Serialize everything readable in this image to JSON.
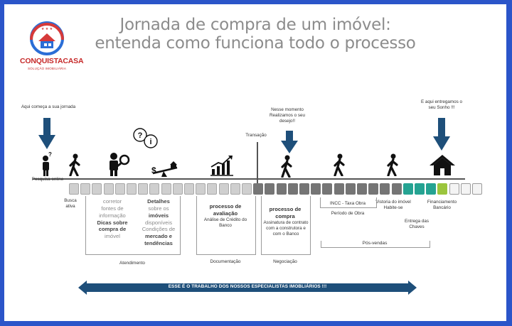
{
  "title": {
    "line1": "Jornada de compra de um imóvel:",
    "line2": "entenda como funciona todo o processo"
  },
  "logo": {
    "name": "CONQUISTACASA",
    "subtitle": "SOLUÇÃO IMOBILIÁRIA"
  },
  "colors": {
    "accent": "#1e4f7a",
    "frame": "#2b55c9",
    "square_light": "#cfcfcf",
    "square_dark": "#757575",
    "square_teal": "#25a392",
    "square_lime": "#9bc53d",
    "square_white": "#f4f4f4"
  },
  "annotations": {
    "start": "Aqui começa a sua jornada",
    "moment": "Nesse momento Realizamos o seu desejo!!",
    "end": "E aqui entregamos o seu Sonho !!!",
    "transacao": "Transação"
  },
  "stages": {
    "pesquisa": "Pesquisa online",
    "busca": "Busca ativa",
    "vistoria": "Vistoria do imóvel Habite-se",
    "entrega": "Entrega das Chaves",
    "financiamento": "Financiamento Bancário"
  },
  "atendimento": {
    "col1": [
      "corretor",
      "fontes de",
      "informação",
      "Dicas sobre",
      "compra de",
      "imóvel"
    ],
    "col2": [
      "Detalhes",
      "sobre os",
      "imóveis",
      "disponíveis",
      "Condições de",
      "mercado e",
      "tendências"
    ],
    "label": "Atendimento"
  },
  "documentacao": {
    "title": "processo de avaliação",
    "sub": "Análise de Crédito do Banco",
    "label": "Documentação"
  },
  "negociacao": {
    "title": "processo de compra",
    "sub": "Assinatura de contrato com a construtora e com o Banco",
    "label": "Negociação"
  },
  "obra": {
    "incc": "INCC - Taxa Obra",
    "periodo": "Período de Obra"
  },
  "posvendas": "Pós-vendas",
  "bottom_banner": "ESSE É O TRABALHO DOS NOSSOS ESPECIALISTAS IMOBLIÁRIOS !!!"
}
